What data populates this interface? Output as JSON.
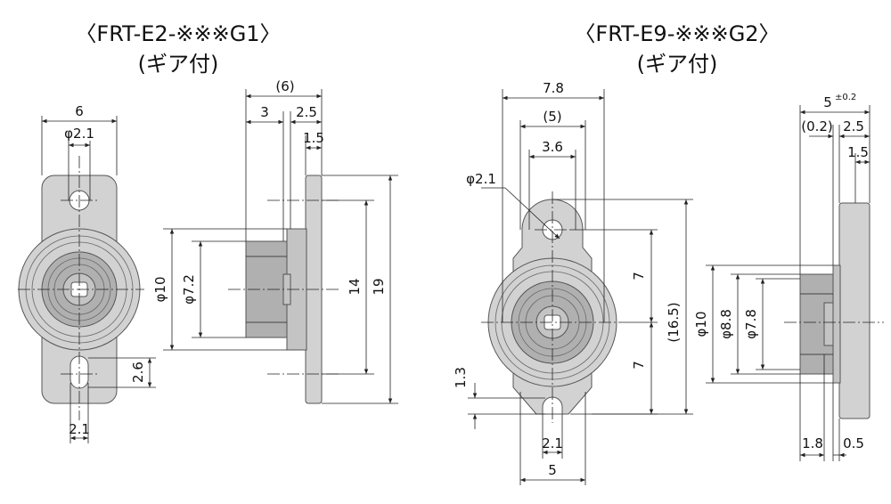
{
  "left": {
    "title": "〈FRT-E2-※※※G1〉",
    "subtitle": "(ギア付)",
    "dims": {
      "width": "6",
      "hole_dia": "φ2.1",
      "slot_h": "2.6",
      "slot_w": "2.1",
      "overall_side": "(6)",
      "side_a": "3",
      "side_b": "2.5",
      "side_c": "1.5",
      "od": "φ10",
      "gear": "φ7.2",
      "h14": "14",
      "h19": "19"
    }
  },
  "right": {
    "title": "〈FRT-E9-※※※G2〉",
    "subtitle": "(ギア付)",
    "dims": {
      "width": "7.8",
      "w5p": "(5)",
      "w36": "3.6",
      "hole_dia": "φ2.1",
      "seven_a": "7",
      "seven_b": "7",
      "h165": "(16.5)",
      "d10": "φ10",
      "d88": "φ8.8",
      "d78": "φ7.8",
      "h13": "1.3",
      "slot_w": "2.1",
      "bottom_w": "5",
      "side_top": "5",
      "side_tol": "±0.2",
      "side_a": "(0.2)",
      "side_b": "2.5",
      "side_c": "1.5",
      "bottom_a": "1.8",
      "bottom_b": "0.5"
    }
  },
  "colors": {
    "body": "#d2d2d2",
    "outline": "#555555",
    "line": "#222222"
  }
}
